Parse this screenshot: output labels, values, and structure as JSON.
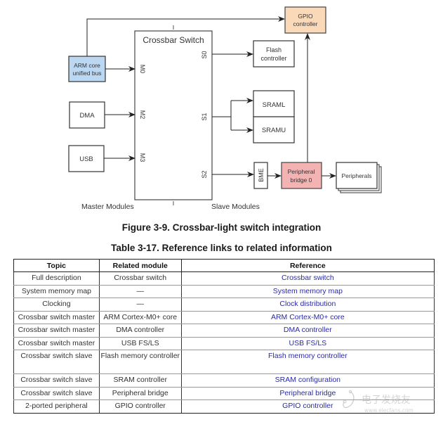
{
  "diagram": {
    "crossbar_title": "Crossbar Switch",
    "masters": [
      {
        "label_lines": [
          "ARM core",
          "unified bus"
        ],
        "port": "M0",
        "fill": "#bcd7f2"
      },
      {
        "label_lines": [
          "DMA"
        ],
        "port": "M2",
        "fill": "#ffffff"
      },
      {
        "label_lines": [
          "USB"
        ],
        "port": "M3",
        "fill": "#ffffff"
      }
    ],
    "slave_ports": [
      "S0",
      "S1",
      "S2"
    ],
    "slaves": {
      "flash": [
        "Flash",
        "controller"
      ],
      "sraml": "SRAML",
      "sramu": "SRAMU",
      "bme": "BME",
      "peripheral_bridge": [
        "Peripheral",
        "bridge 0"
      ],
      "peripherals": "Peripherals",
      "gpio": [
        "GPIO",
        "controller"
      ]
    },
    "colors": {
      "gpio_fill": "#fad9b8",
      "bridge_fill": "#f4b3b3",
      "arm_fill": "#bcd7f2"
    },
    "master_modules_label": "Master Modules",
    "slave_modules_label": "Slave Modules"
  },
  "figure_caption": "Figure 3-9. Crossbar-light switch integration",
  "table_caption": "Table 3-17.   Reference links to related information",
  "table": {
    "headers": [
      "Topic",
      "Related module",
      "Reference"
    ],
    "rows": [
      {
        "topic": "Full description",
        "module": "Crossbar switch",
        "reference": "Crossbar switch"
      },
      {
        "topic": "System memory map",
        "module": "—",
        "reference": "System memory map"
      },
      {
        "topic": "Clocking",
        "module": "—",
        "reference": "Clock distribution"
      },
      {
        "topic": "Crossbar switch master",
        "module": "ARM Cortex-M0+ core",
        "reference": "ARM Cortex-M0+ core"
      },
      {
        "topic": "Crossbar switch master",
        "module": "DMA controller",
        "reference": "DMA controller"
      },
      {
        "topic": "Crossbar switch master",
        "module": "USB FS/LS",
        "reference": "USB FS/LS"
      },
      {
        "topic": "Crossbar switch slave",
        "module": "Flash memory controller",
        "reference": "Flash memory controller"
      },
      {
        "topic": "Crossbar switch slave",
        "module": "SRAM controller",
        "reference": "SRAM configuration"
      },
      {
        "topic": "Crossbar switch slave",
        "module": "Peripheral bridge",
        "reference": "Peripheral bridge"
      },
      {
        "topic": "2-ported peripheral",
        "module": "GPIO controller",
        "reference": "GPIO controller"
      }
    ],
    "link_color": "#2a2aa8"
  },
  "watermark": {
    "text": "电子发烧友",
    "url_text": "www.elecfans.com"
  }
}
